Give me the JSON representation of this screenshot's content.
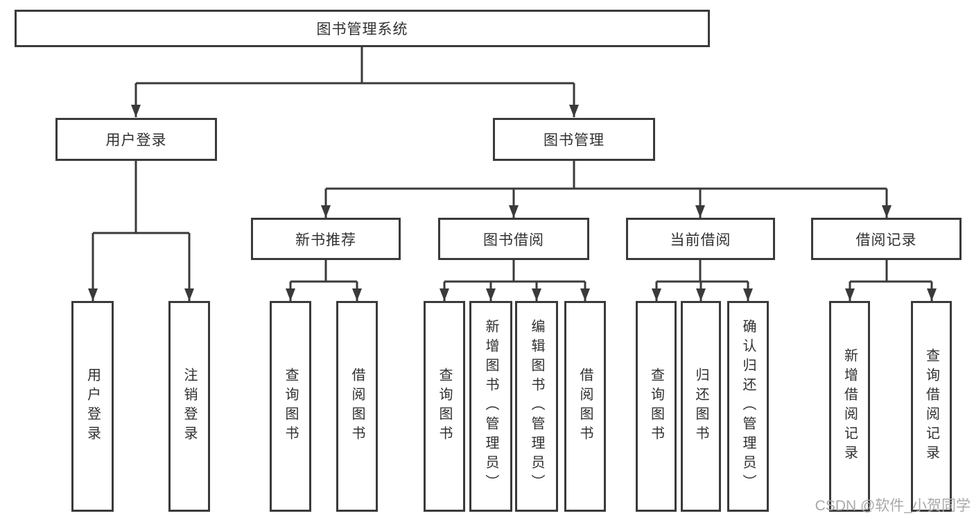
{
  "diagram": {
    "nodes": {
      "root": "图书管理系统",
      "user_login": "用户登录",
      "book_mgmt": "图书管理",
      "new_book_rec": "新书推荐",
      "book_borrow": "图书借阅",
      "current_borrow": "当前借阅",
      "borrow_record": "借阅记录",
      "ul_user_login": "用户登录",
      "ul_logout": "注销登录",
      "nb_query": "查询图书",
      "nb_borrow": "借阅图书",
      "bb_query": "查询图书",
      "bb_add": "新增图书（管理员）",
      "bb_edit": "编辑图书（管理员）",
      "bb_borrow": "借阅图书",
      "cb_query": "查询图书",
      "cb_return": "归还图书",
      "cb_confirm": "确认归还（管理员）",
      "br_add": "新增借阅记录",
      "br_query": "查询借阅记录"
    },
    "watermark": "CSDN @软件_小贺同学",
    "colors": {
      "line": "#3a3a3a",
      "text": "#303030",
      "box_fill": "#ffffff",
      "watermark": "#a9a9a9"
    }
  }
}
